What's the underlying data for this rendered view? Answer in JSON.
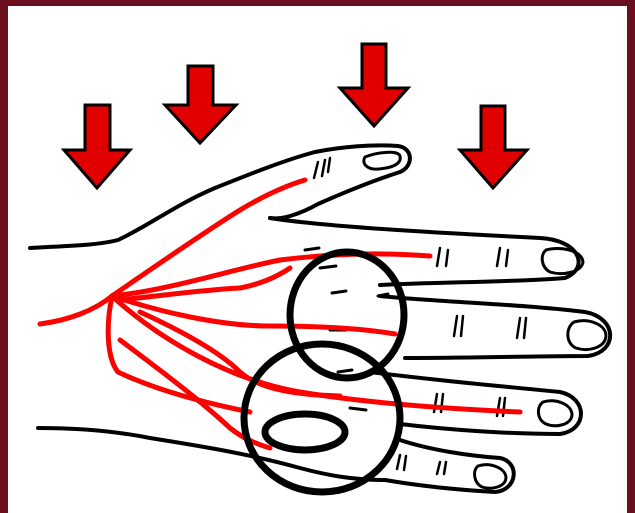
{
  "diagram": {
    "frame_color": "#6b0f1e",
    "background_color": "#ffffff",
    "outline_color": "#000000",
    "vessel_color": "#ff0000",
    "arrow_color": "#e00000",
    "arrow_count": 4,
    "highlight_circle_count": 3,
    "vessel_count": 5,
    "icons": [
      "down-arrow-icon",
      "hand-outline",
      "blood-vessel",
      "highlight-circle"
    ]
  }
}
